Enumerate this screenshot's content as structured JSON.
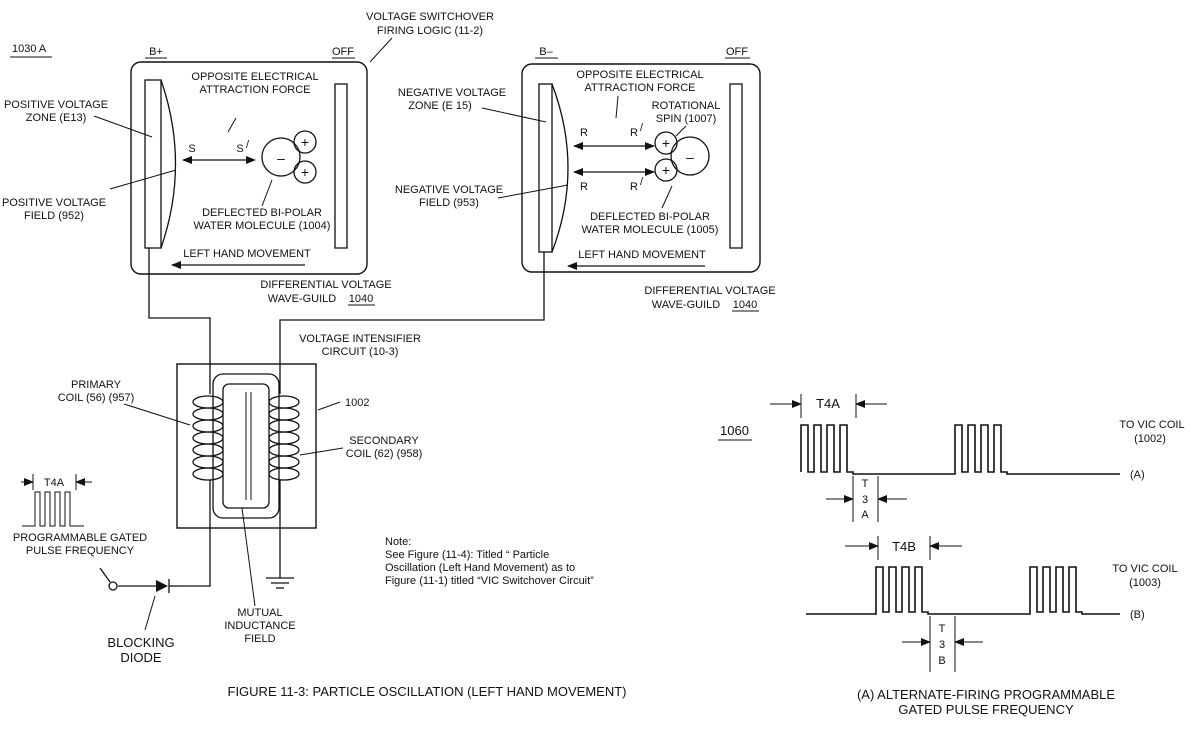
{
  "fig1": {
    "id": "1030 A",
    "switch": [
      "VOLTAGE SWITCHOVER",
      "FIRING LOGIC (11-2)"
    ],
    "left": {
      "bplus": "B+",
      "off": "OFF",
      "force": [
        "OPPOSITE ELECTRICAL",
        "ATTRACTION FORCE"
      ],
      "zone": [
        "POSITIVE VOLTAGE",
        "ZONE (E13)"
      ],
      "field": [
        "POSITIVE VOLTAGE",
        "FIELD (952)"
      ],
      "s": "S",
      "sp": "S",
      "molecule": [
        "DEFLECTED BI-POLAR",
        "WATER MOLECULE (1004)"
      ],
      "movement": "LEFT HAND MOVEMENT"
    },
    "right": {
      "bminus": "B–",
      "off": "OFF",
      "force": [
        "OPPOSITE ELECTRICAL",
        "ATTRACTION FORCE"
      ],
      "zone": [
        "NEGATIVE VOLTAGE",
        "ZONE (E 15)"
      ],
      "field": [
        "NEGATIVE VOLTAGE",
        "FIELD (953)"
      ],
      "spin": [
        "ROTATIONAL",
        "SPIN (1007)"
      ],
      "r": "R",
      "rp": "R",
      "molecule": [
        "DEFLECTED BI-POLAR",
        "WATER MOLECULE (1005)"
      ],
      "movement": "LEFT HAND MOVEMENT"
    },
    "wg1": [
      "DIFFERENTIAL VOLTAGE",
      "WAVE-GUILD ",
      "1040"
    ],
    "wg2": [
      "DIFFERENTIAL VOLTAGE",
      "WAVE-GUILD ",
      "1040"
    ],
    "intens": [
      "VOLTAGE INTENSIFIER",
      "CIRCUIT (10-3)"
    ],
    "primary": [
      "PRIMARY",
      "COIL (56) (957)"
    ],
    "secondary": [
      "SECONDARY",
      "COIL (62) (958)"
    ],
    "ref1002": "1002",
    "t4a": "T4A",
    "pgpf": [
      "PROGRAMMABLE GATED",
      "PULSE FREQUENCY"
    ],
    "blocking": [
      "BLOCKING",
      "DIODE"
    ],
    "mutual": [
      "MUTUAL",
      "INDUCTANCE",
      "FIELD"
    ],
    "note": [
      "Note:",
      "See Figure (11-4): Titled “ Particle",
      "Oscillation (Left Hand Movement) as to",
      "Figure (11-1) titled “VIC Switchover Circuit”"
    ],
    "caption": "FIGURE 11-3: PARTICLE OSCILLATION (LEFT HAND MOVEMENT)",
    "plus": "+",
    "minus": "–"
  },
  "fig2": {
    "id": "1060",
    "t4a": "T4A",
    "t4b": "T4B",
    "t3a": [
      "T",
      "3",
      "A"
    ],
    "t3b": [
      "T",
      "3",
      "B"
    ],
    "coilA": [
      "TO VIC COIL",
      "(1002)"
    ],
    "coilB": [
      "TO VIC COIL",
      "(1003)"
    ],
    "chA": "(A)",
    "chB": "(B)",
    "caption": [
      "(A) ALTERNATE-FIRING PROGRAMMABLE",
      "GATED PULSE FREQUENCY"
    ]
  }
}
